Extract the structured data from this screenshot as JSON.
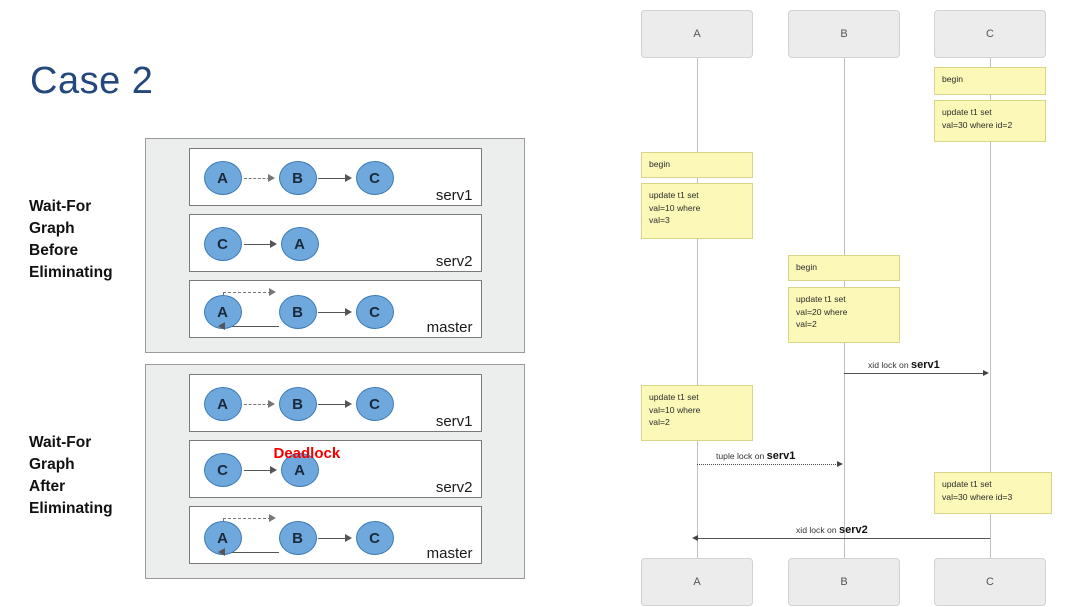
{
  "slide": {
    "title": "Case 2"
  },
  "left_panel": {
    "captions": {
      "before": "Wait-For\nGraph\nBefore\nEliminating",
      "after": "Wait-For\nGraph\nAfter\nEliminating"
    },
    "graphs_before": [
      {
        "server_label": "serv1",
        "nodes": [
          "A",
          "B",
          "C"
        ],
        "edges": [
          {
            "from": "A",
            "to": "B",
            "style": "dashed"
          },
          {
            "from": "B",
            "to": "C",
            "style": "solid"
          }
        ],
        "annotation": ""
      },
      {
        "server_label": "serv2",
        "nodes": [
          "C",
          "A"
        ],
        "edges": [
          {
            "from": "C",
            "to": "A",
            "style": "solid"
          }
        ],
        "annotation": ""
      },
      {
        "server_label": "master",
        "nodes": [
          "A",
          "B",
          "C"
        ],
        "edges": [
          {
            "from": "A",
            "to": "B",
            "style": "dashed"
          },
          {
            "from": "B",
            "to": "A",
            "style": "solid"
          },
          {
            "from": "B",
            "to": "C",
            "style": "solid"
          }
        ],
        "annotation": ""
      }
    ],
    "graphs_after": [
      {
        "server_label": "serv1",
        "nodes": [
          "A",
          "B",
          "C"
        ],
        "edges": [
          {
            "from": "A",
            "to": "B",
            "style": "dashed"
          },
          {
            "from": "B",
            "to": "C",
            "style": "solid"
          }
        ],
        "annotation": ""
      },
      {
        "server_label": "serv2",
        "nodes": [
          "C",
          "A"
        ],
        "edges": [
          {
            "from": "C",
            "to": "A",
            "style": "solid"
          }
        ],
        "annotation": "Deadlock"
      },
      {
        "server_label": "master",
        "nodes": [
          "A",
          "B",
          "C"
        ],
        "edges": [
          {
            "from": "A",
            "to": "B",
            "style": "dashed"
          },
          {
            "from": "B",
            "to": "A",
            "style": "solid"
          },
          {
            "from": "B",
            "to": "C",
            "style": "solid"
          }
        ],
        "annotation": ""
      }
    ]
  },
  "sequence": {
    "actors_top": [
      "A",
      "B",
      "C"
    ],
    "actors_bottom": [
      "A",
      "B",
      "C"
    ],
    "notes": {
      "c_begin": "begin",
      "c_update1": "update t1 set\nval=30 where id=2",
      "a_begin": "begin",
      "a_update1": "update t1 set\nval=10 where\nval=3",
      "b_begin": "begin",
      "b_update1": "update t1 set\nval=20 where\nval=2",
      "a_update2": "update t1 set\nval=10 where\nval=2",
      "c_update2": "update t1 set\nval=30 where id=3"
    },
    "messages": [
      {
        "label_prefix": "xid lock on ",
        "label_bold": "serv1",
        "from": "B",
        "to": "C",
        "style": "solid"
      },
      {
        "label_prefix": "tuple lock on ",
        "label_bold": "serv1",
        "from": "A",
        "to": "B",
        "style": "dotted"
      },
      {
        "label_prefix": "xid lock on ",
        "label_bold": "serv2",
        "from": "C",
        "to": "A",
        "style": "solid"
      }
    ]
  },
  "colors": {
    "title": "#24487e",
    "node_fill": "#6fa8dc",
    "node_stroke": "#3c7ab5",
    "note_fill": "#fbf8b8",
    "note_stroke": "#d8d48a",
    "actor_fill": "#ececec",
    "deadlock": "#f40000",
    "panel_fill": "#eceded"
  }
}
